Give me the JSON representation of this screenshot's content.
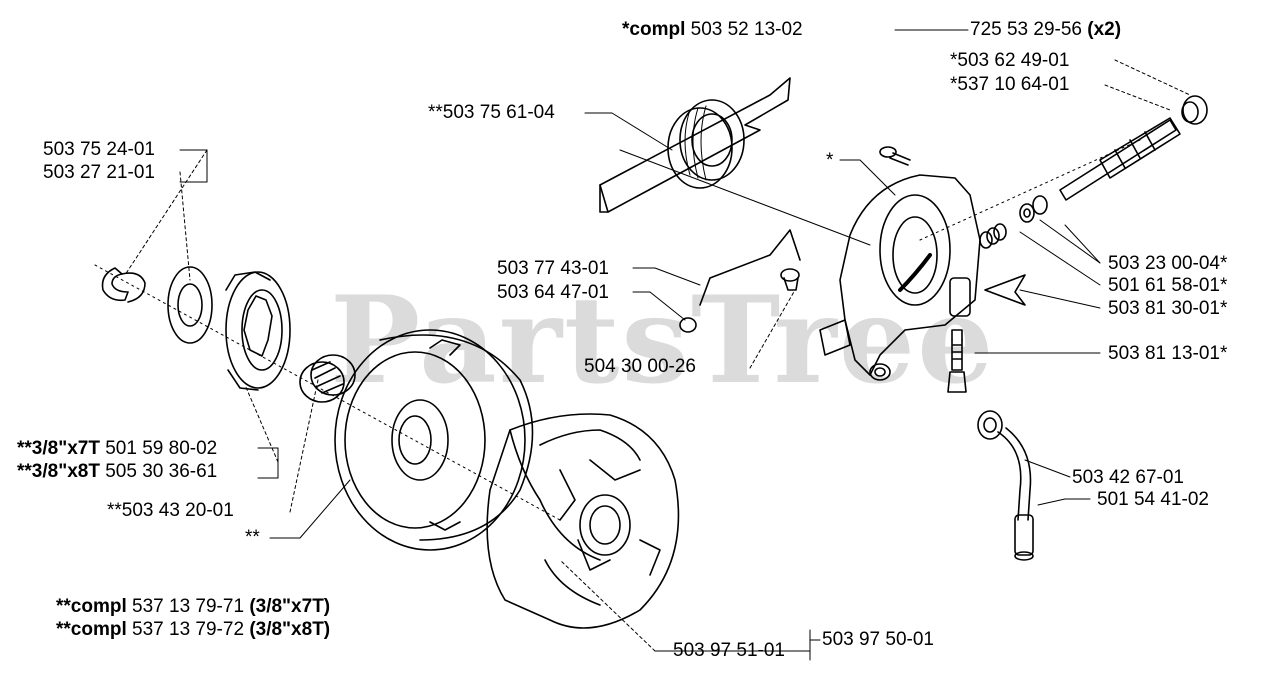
{
  "watermark": "PartsTree",
  "labels": {
    "compl_top_prefix": "*compl",
    "compl_top_num": "503 52 13-02",
    "p725": "725 53 29-56",
    "p725_qty": "(x2)",
    "p503624901": "*503 62 49-01",
    "p537106401": "*537 10 64-01",
    "p503756104": "**503 75 61-04",
    "p503752401": "503 75 24-01",
    "p503272101": "503 27 21-01",
    "star": "*",
    "p503774301": "503 77 43-01",
    "p503644701": "503 64 47-01",
    "p504300026": "504 30 00-26",
    "p503230004": "503 23 00-04*",
    "p501615801": "501 61 58-01*",
    "p503813001": "503 81 30-01*",
    "p503811301": "503 81 13-01*",
    "p7t_prefix": "**3/8\"x7T",
    "p7t_num": "501 59 80-02",
    "p8t_prefix": "**3/8\"x8T",
    "p8t_num": "505 30 36-61",
    "p503432001": "**503 43 20-01",
    "double_star": "**",
    "p503426701": "503 42 67-01",
    "p501544102": "501 54 41-02",
    "compl1_prefix": "**compl",
    "compl1_num": "537 13 79-71",
    "compl1_suffix": "(3/8\"x7T)",
    "compl2_prefix": "**compl",
    "compl2_num": "537 13 79-72",
    "compl2_suffix": "(3/8\"x8T)",
    "p503975101": "503 97 51-01",
    "p503975001": "503 97 50-01"
  }
}
